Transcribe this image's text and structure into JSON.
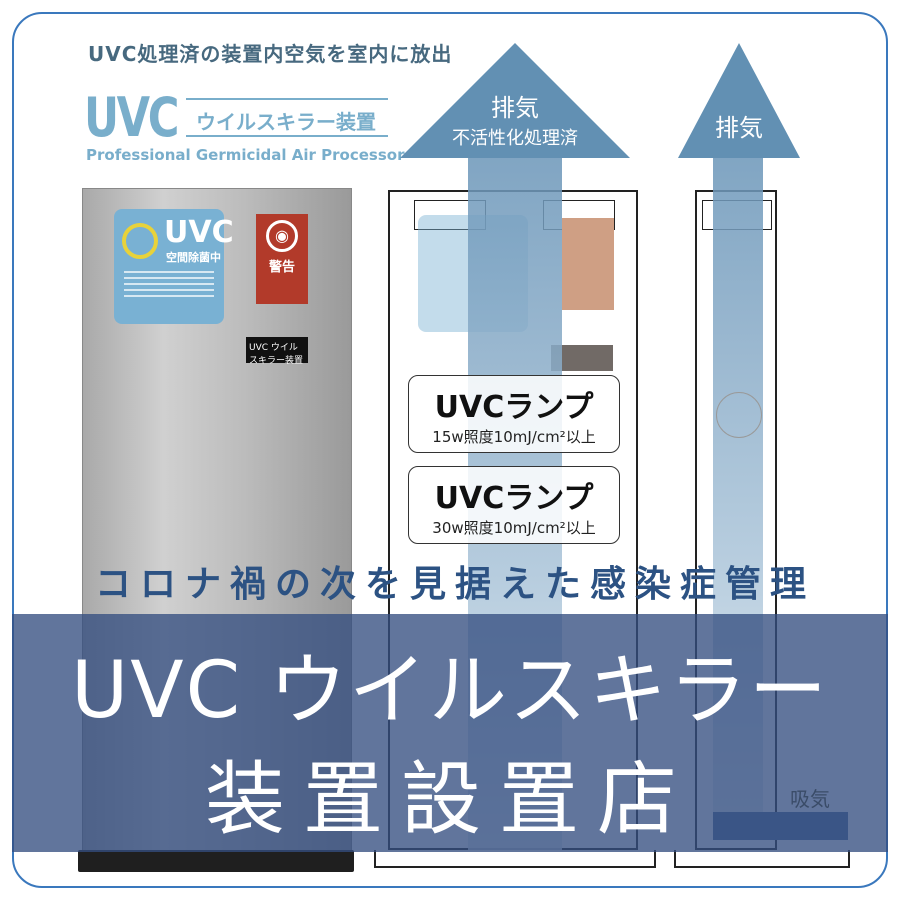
{
  "headline": "UVC処理済の装置内空気を室内に放出",
  "logo": {
    "uvc": "UVC",
    "jp": "ウイルスキラー装置",
    "en": "Professional Germicidal Air Processor"
  },
  "sticker_blue": {
    "title": "UVC",
    "subtitle": "空間除菌中"
  },
  "sticker_red": {
    "title": "警告"
  },
  "sticker_black": {
    "title": "UVC ウイルスキラー装置"
  },
  "arrow_left": {
    "title": "排気",
    "subtitle": "不活性化処理済"
  },
  "arrow_right": {
    "title": "排気"
  },
  "lamp_top": {
    "title": "UVCランプ",
    "spec": "15w照度10mJ/cm²以上"
  },
  "lamp_bottom": {
    "title": "UVCランプ",
    "spec": "30w照度10mJ/cm²以上"
  },
  "intake_label": "吸気",
  "catchphrase": "コロナ禍の次を見据えた感染症管理",
  "banner": {
    "line1": "UVC ウイルスキラー",
    "line2": "装置設置店"
  },
  "colors": {
    "frame": "#3a78bd",
    "logo": "#79aecb",
    "catch": "#2c5283",
    "band": "#344e80"
  }
}
